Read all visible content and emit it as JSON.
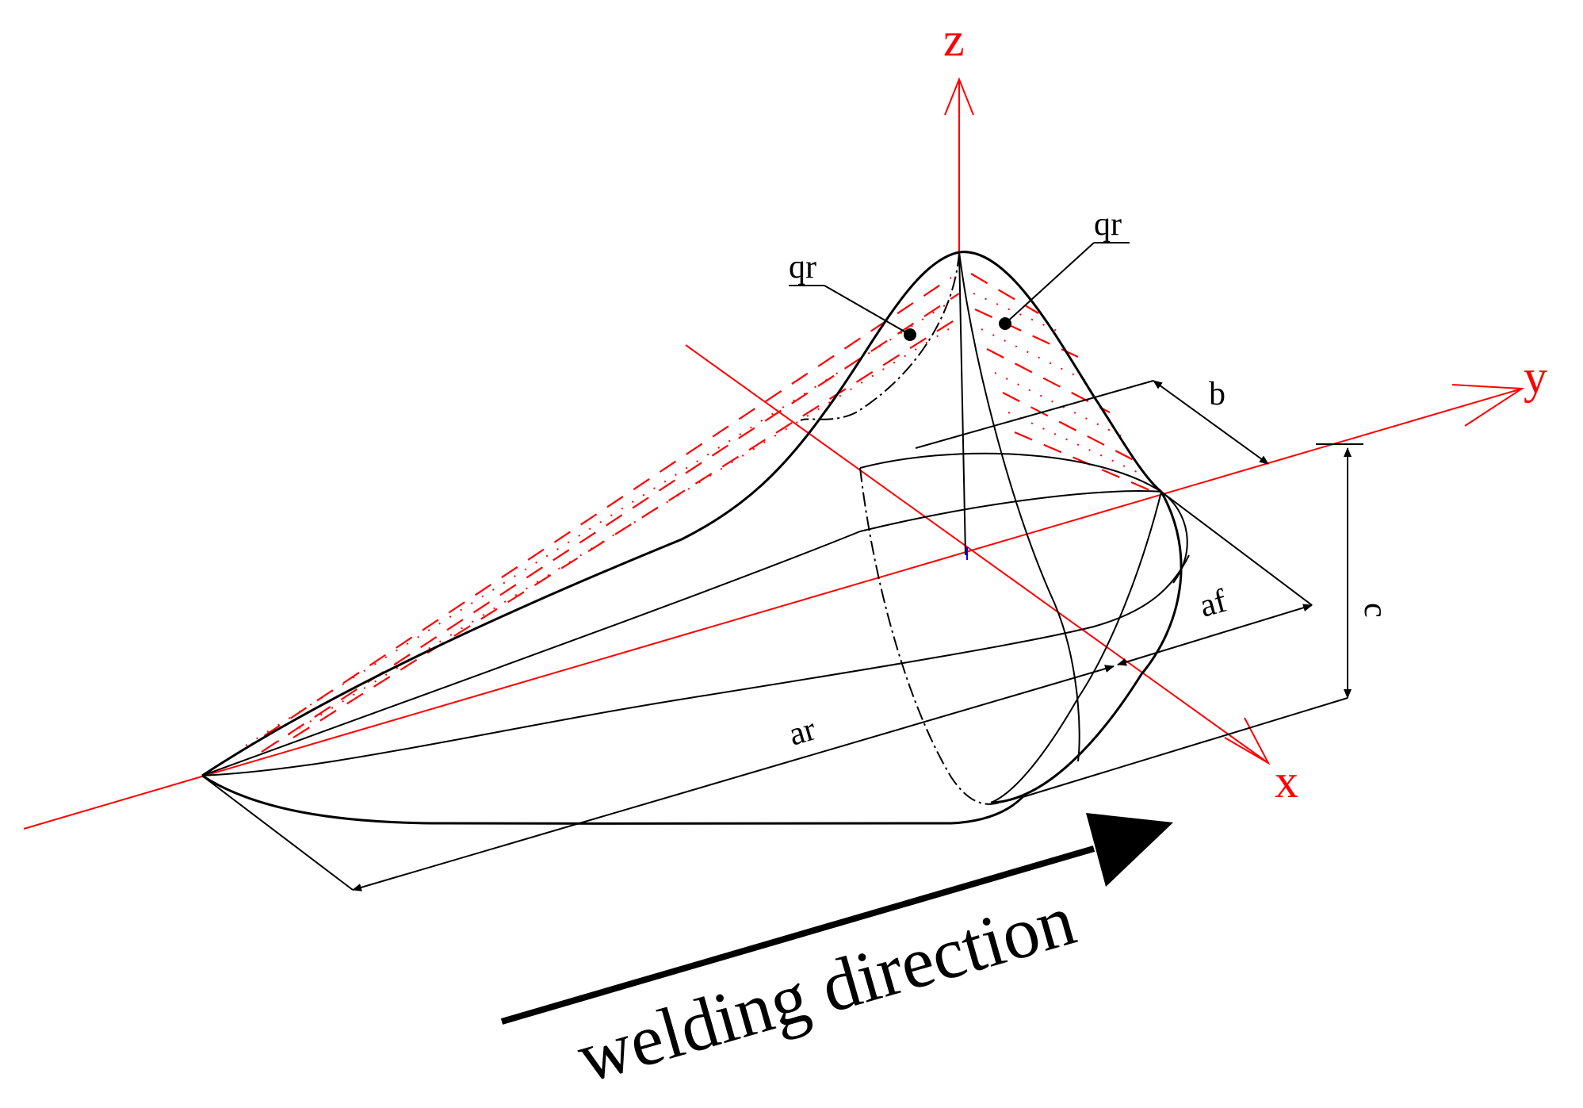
{
  "diagram": {
    "axes": {
      "z": "z",
      "y": "y",
      "x": "x"
    },
    "region_labels": {
      "left": "qr",
      "right": "qr"
    },
    "dimensions": {
      "b": "b",
      "c": "c",
      "af": "af",
      "ar": "ar"
    },
    "caption": "welding direction",
    "colors": {
      "axes": "#ff0000",
      "hatch": "#ff0000",
      "outline": "#000000"
    }
  }
}
